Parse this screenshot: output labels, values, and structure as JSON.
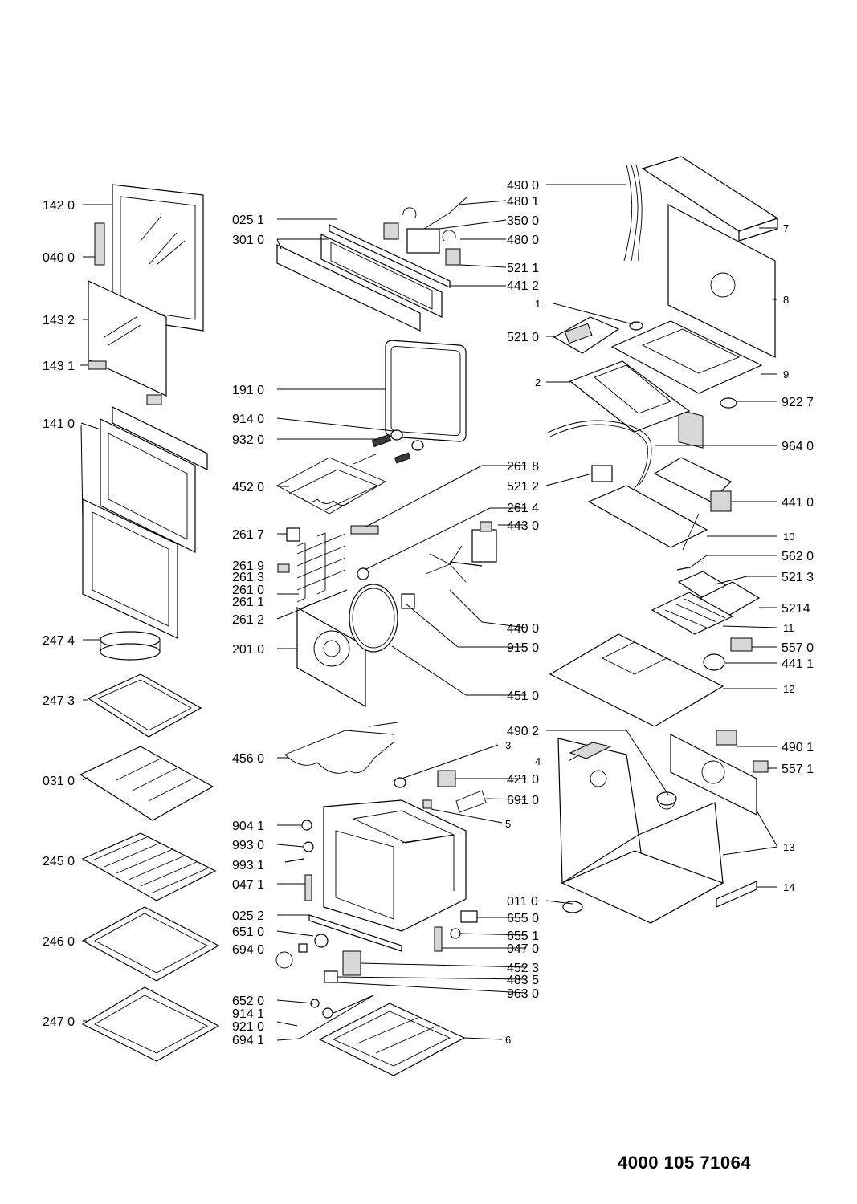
{
  "document_number": "4000 105 71064",
  "callouts": [
    {
      "text": "142 0"
    },
    {
      "text": "040 0"
    },
    {
      "text": "143 2"
    },
    {
      "text": "143 1"
    },
    {
      "text": "141 0"
    },
    {
      "text": "247 4"
    },
    {
      "text": "247 3"
    },
    {
      "text": "031 0"
    },
    {
      "text": "245 0"
    },
    {
      "text": "246 0"
    },
    {
      "text": "247 0"
    },
    {
      "text": "025 1"
    },
    {
      "text": "301 0"
    },
    {
      "text": "191 0"
    },
    {
      "text": "914 0"
    },
    {
      "text": "932 0"
    },
    {
      "text": "452 0"
    },
    {
      "text": "261 7"
    },
    {
      "text": "261 9"
    },
    {
      "text": "261 3"
    },
    {
      "text": "261 0"
    },
    {
      "text": "261 1"
    },
    {
      "text": "261 2"
    },
    {
      "text": "201 0"
    },
    {
      "text": "456 0"
    },
    {
      "text": "904 1"
    },
    {
      "text": "993 0"
    },
    {
      "text": "993 1"
    },
    {
      "text": "047 1"
    },
    {
      "text": "025 2"
    },
    {
      "text": "651 0"
    },
    {
      "text": "694 0"
    },
    {
      "text": "652 0"
    },
    {
      "text": "914 1"
    },
    {
      "text": "921 0"
    },
    {
      "text": "694 1"
    },
    {
      "text": "490 0"
    },
    {
      "text": "480 1"
    },
    {
      "text": "350 0"
    },
    {
      "text": "480 0"
    },
    {
      "text": "521 1"
    },
    {
      "text": "441 2"
    },
    {
      "text": "1"
    },
    {
      "text": "521 0"
    },
    {
      "text": "2"
    },
    {
      "text": "261 8"
    },
    {
      "text": "261 4"
    },
    {
      "text": "443 0"
    },
    {
      "text": "521 2"
    },
    {
      "text": "440 0"
    },
    {
      "text": "915 0"
    },
    {
      "text": "451 0"
    },
    {
      "text": "3"
    },
    {
      "text": "421 0"
    },
    {
      "text": "691 0"
    },
    {
      "text": "5"
    },
    {
      "text": "011 0"
    },
    {
      "text": "655 0"
    },
    {
      "text": "655 1"
    },
    {
      "text": "047 0"
    },
    {
      "text": "452 3"
    },
    {
      "text": "483 5"
    },
    {
      "text": "963 0"
    },
    {
      "text": "6"
    },
    {
      "text": "490 2"
    },
    {
      "text": "4"
    },
    {
      "text": "7"
    },
    {
      "text": "8"
    },
    {
      "text": "9"
    },
    {
      "text": "922 7"
    },
    {
      "text": "964 0"
    },
    {
      "text": "441 0"
    },
    {
      "text": "10"
    },
    {
      "text": "562 0"
    },
    {
      "text": "521 3"
    },
    {
      "text": "5214"
    },
    {
      "text": "11"
    },
    {
      "text": "557 0"
    },
    {
      "text": "441 1"
    },
    {
      "text": "12"
    },
    {
      "text": "490 1"
    },
    {
      "text": "557 1"
    },
    {
      "text": "13"
    },
    {
      "text": "14"
    }
  ]
}
